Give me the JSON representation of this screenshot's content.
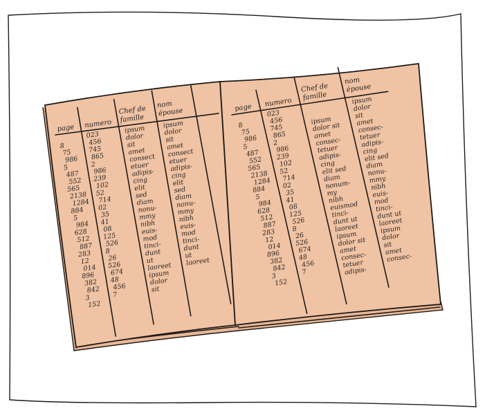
{
  "colors": {
    "paper": "#ffffff",
    "page": "#efc3a4",
    "ink": "#1f1a18"
  },
  "left_page": {
    "headers": {
      "page": "page",
      "numero": "numero",
      "chef_1": "Chef de",
      "chef_2": "famille",
      "epouse_1": "nom",
      "epouse_2": "épouse"
    },
    "page_col": [
      "8",
      "75",
      "986",
      "5",
      "487",
      "552",
      "565",
      "2138",
      "1284",
      "884",
      "5",
      "984",
      "628",
      "512",
      "887",
      "283",
      "12",
      "014",
      "896",
      "382",
      "842",
      "3",
      "152"
    ],
    "numero_col": [
      "023",
      "456",
      "745",
      "865",
      "2",
      "986",
      "239",
      "102",
      "52",
      "714",
      "02",
      "35",
      "41",
      "08",
      "125",
      "526",
      "8",
      "26",
      "526",
      "674",
      "48",
      "456",
      "7"
    ],
    "chef_col": [
      "ipsum",
      "dolor",
      "sit",
      "amet",
      "consect",
      "etuer",
      "adipis-",
      "cing",
      "elit",
      "sed",
      "diam",
      "nonu-",
      "mmy",
      "nibh",
      "euis-",
      "mod",
      "tinci-",
      "dunt",
      "ut",
      "laoreet",
      "ipsum",
      "dolor",
      "sit"
    ],
    "epouse_col": [
      "ipsum",
      "dolor",
      "sit",
      "amet",
      "consect",
      "etuer",
      "adipis-",
      "cing",
      "elit",
      "sed",
      "diam",
      "nonu-",
      "mmy",
      "nibh",
      "euis-",
      "mod",
      "tinci-",
      "dunt",
      "ut",
      "laoreet"
    ]
  },
  "right_page": {
    "headers": {
      "page": "page",
      "numero": "numero",
      "chef_1": "Chef de",
      "chef_2": "famille",
      "epouse_1": "nom",
      "epouse_2": "épouse"
    },
    "page_col": [
      "8",
      "75",
      "986",
      "5",
      "487",
      "552",
      "565",
      "2138",
      "1284",
      "884",
      "5",
      "984",
      "628",
      "512",
      "887",
      "283",
      "12",
      "014",
      "896",
      "382",
      "842",
      "3",
      "152"
    ],
    "numero_col": [
      "023",
      "456",
      "745",
      "865",
      "2",
      "986",
      "239",
      "102",
      "52",
      "714",
      "02",
      "35",
      "41",
      "08",
      "125",
      "526",
      "8",
      "26",
      "526",
      "674",
      "48",
      "456",
      "7"
    ],
    "chef_col": [
      "ipsum",
      "dolor sit",
      "amet",
      "consec-",
      "tetuer",
      "adipis-",
      "cing",
      "elit sed",
      "diam",
      "nonum-",
      "my",
      "nibh",
      "euismod",
      "tinci-",
      "dunt ut",
      "laoreet",
      "ipsum",
      "dolor sit",
      "amet",
      "consec-",
      "tetuer",
      "adipis-"
    ],
    "epouse_col": [
      "ipsum",
      "dolor",
      "sit",
      "amet",
      "consec-",
      "tetuer",
      "adipis-",
      "cing",
      "elit sed",
      "diam",
      "nonu-",
      "mmy",
      "nibh",
      "euis-",
      "mod",
      "tinci-",
      "dunt ut",
      "laoreet",
      "ipsum",
      "dolor",
      "sit",
      "amet",
      "consec-"
    ]
  }
}
